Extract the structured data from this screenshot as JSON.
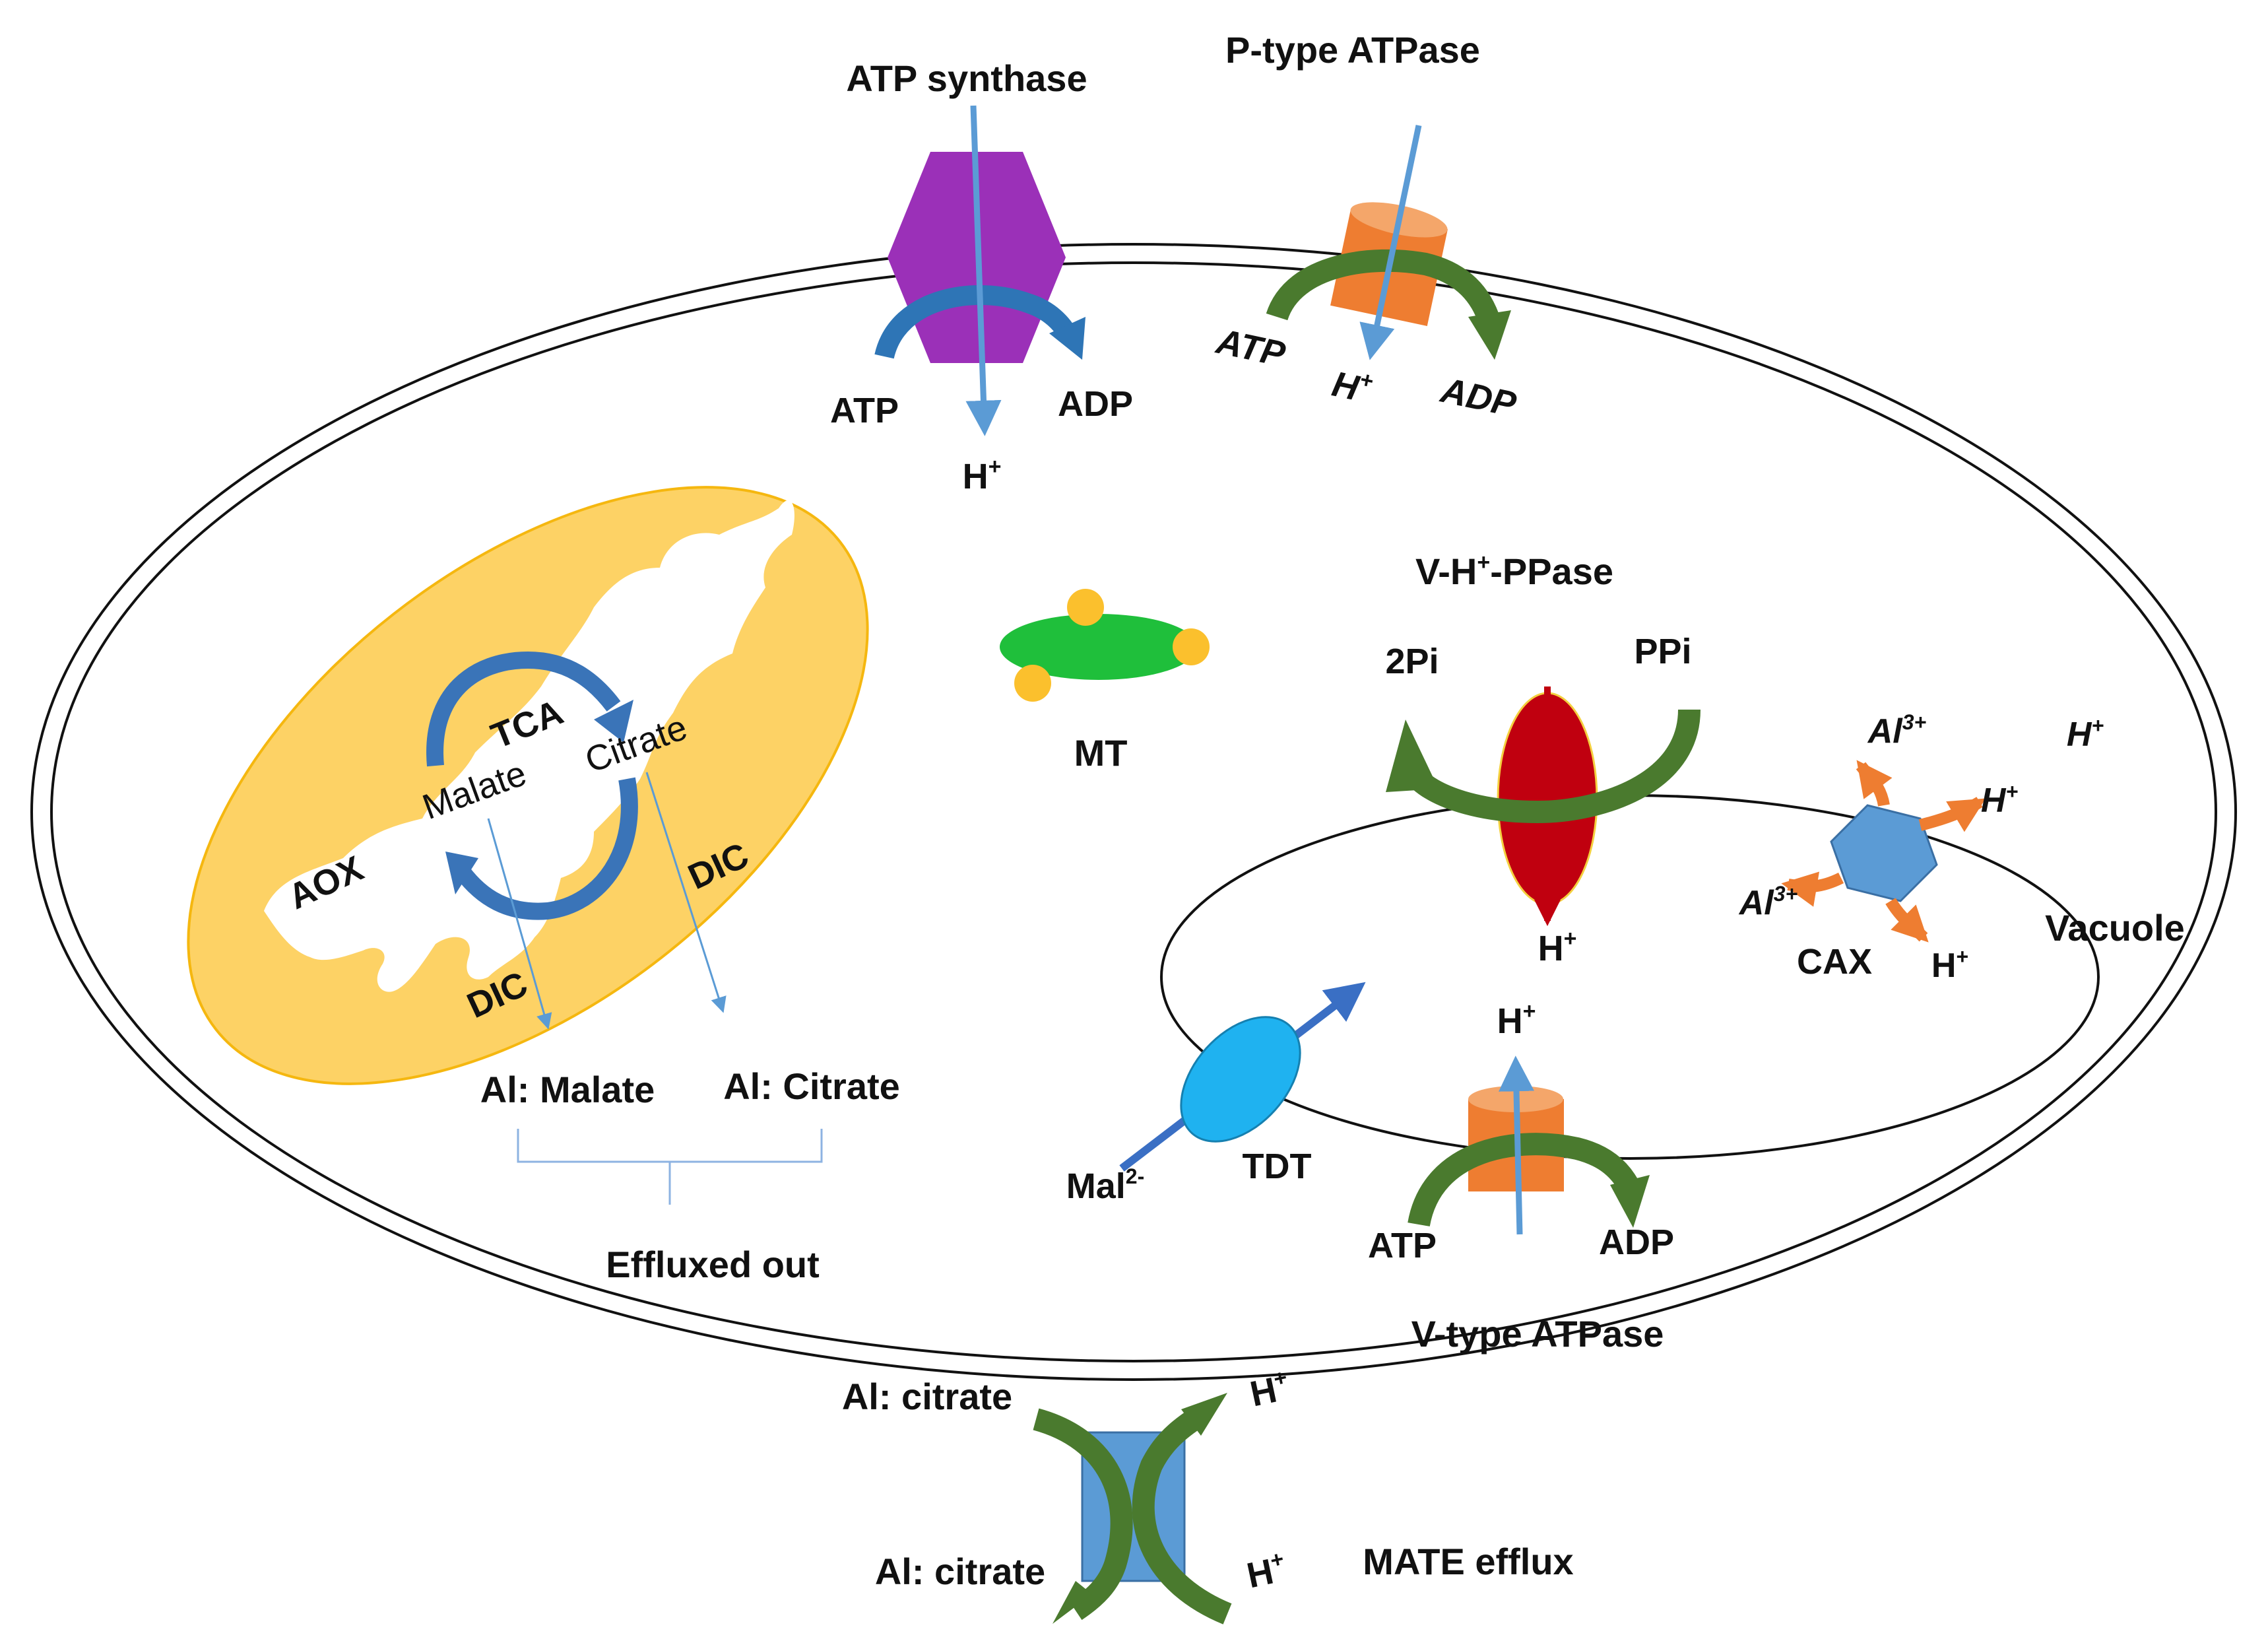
{
  "colors": {
    "synthase": "#9b30b8",
    "atpase_orange": "#ee7d31",
    "atpase_orange_top": "#f4a66a",
    "green_arrow": "#4a7a2e",
    "blue_arrow": "#3a74b8",
    "light_blue": "#5b9bd5",
    "mito_fill": "#fdd265",
    "mt_green": "#1fbf3b",
    "mt_yellow": "#fbc02d",
    "vppase_red": "#c0000f",
    "tdt_cyan": "#1fb2f0",
    "cax_blue": "#5b9bd5",
    "mate_blue": "#5b9bd5"
  },
  "top": {
    "atp_synthase": "ATP synthase",
    "synthase_atp": "ATP",
    "synthase_adp": "ADP",
    "synthase_h": "H",
    "p_type": "P-type ATPase",
    "p_atp": "ATP",
    "p_h": "H",
    "p_adp": "ADP"
  },
  "mito": {
    "tca": "TCA",
    "citrate": "Citrate",
    "malate": "Malate",
    "aox": "AOX",
    "dic1": "DIC",
    "dic2": "DIC",
    "al_malate": "Al: Malate",
    "al_citrate": "Al: Citrate",
    "effluxed": "Effluxed out"
  },
  "mt": {
    "label": "MT"
  },
  "vacuole": {
    "vppase": "V-H",
    "vppase_suffix": "-PPase",
    "two_pi": "2Pi",
    "ppi": "PPi",
    "vppase_h": "H",
    "al3_a": "Al",
    "al3_b": "Al",
    "h_out": "H",
    "h_cax1": "H",
    "h_cax2": "H",
    "cax": "CAX",
    "vacuole_label": "Vacuole",
    "tdt": "TDT",
    "mal": "Mal",
    "mal_charge": "2-",
    "v_h": "H",
    "v_atp": "ATP",
    "v_adp": "ADP",
    "v_type": "V-type ATPase"
  },
  "mate": {
    "al_citrate_in": "Al: citrate",
    "al_citrate_out": "Al: citrate",
    "h_in": "H",
    "h_out": "H",
    "label": "MATE efflux"
  },
  "plus": "+",
  "three_plus": "3+"
}
